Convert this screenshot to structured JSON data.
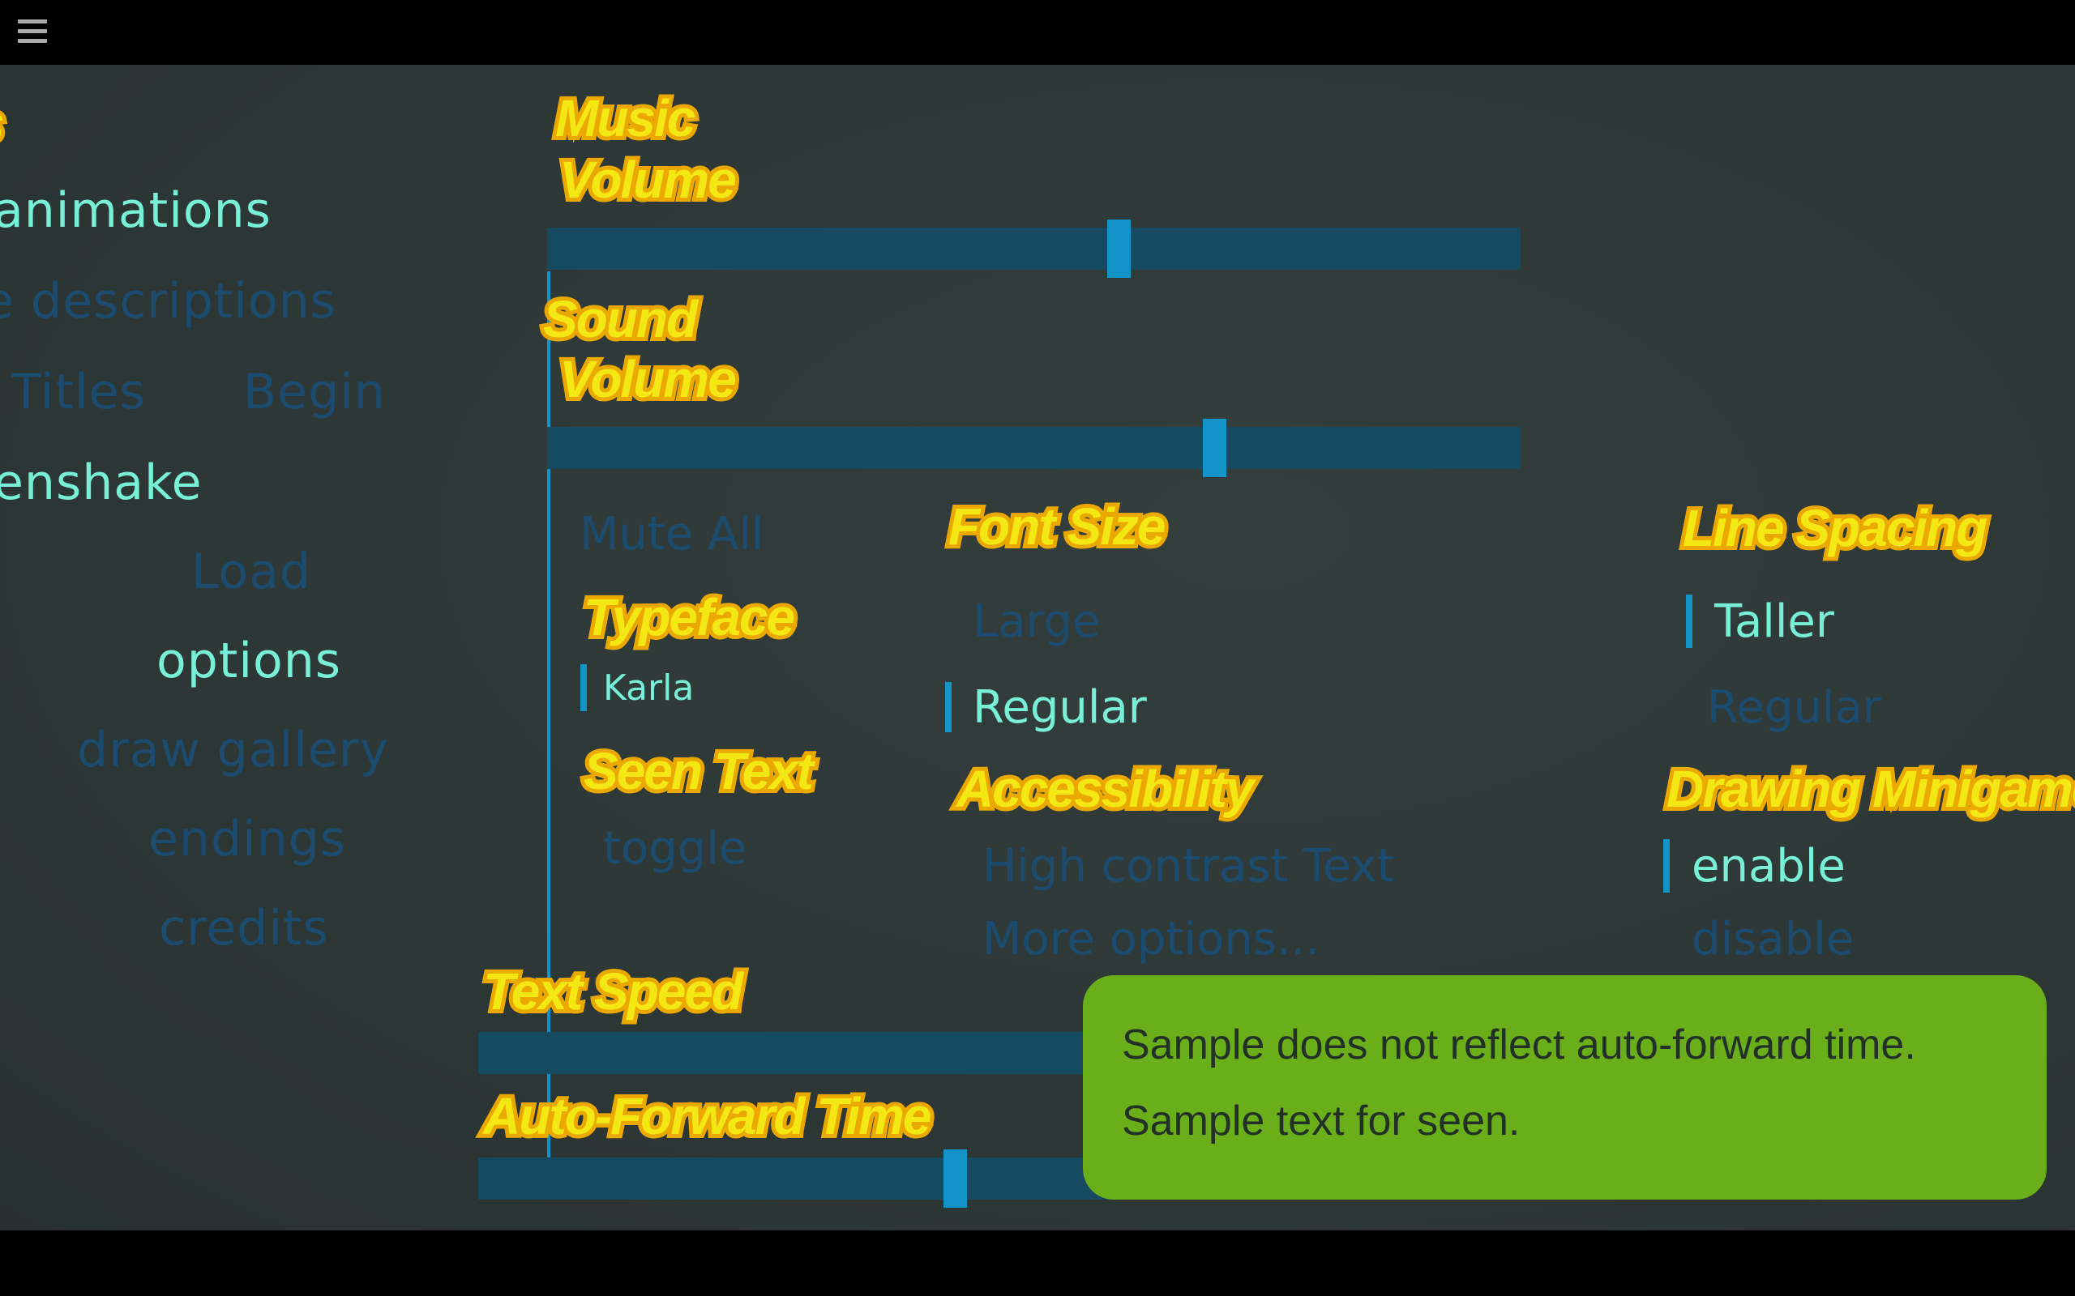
{
  "nav": {
    "partial_header": "s",
    "items": [
      {
        "label": "animations",
        "state": "on"
      },
      {
        "label": "e descriptions",
        "state": "off"
      },
      {
        "label": "Titles",
        "state": "off"
      },
      {
        "label": "Begin",
        "state": "off"
      },
      {
        "label": "enshake",
        "state": "on"
      },
      {
        "label": "Load",
        "state": "off"
      },
      {
        "label": "options",
        "state": "on"
      },
      {
        "label": "draw gallery",
        "state": "off"
      },
      {
        "label": "endings",
        "state": "off"
      },
      {
        "label": "credits",
        "state": "off"
      }
    ]
  },
  "typeface": {
    "header": "Typeface",
    "value": "Karla"
  },
  "seen_text": {
    "header": "Seen Text",
    "option": "toggle"
  },
  "music_volume": {
    "header_line1": "Music",
    "header_line2": "Volume",
    "value": 0.59
  },
  "sound_volume": {
    "header_line1": "Sound",
    "header_line2": "Volume",
    "value": 0.69
  },
  "mute_all": "Mute All",
  "font_size": {
    "header": "Font Size",
    "options": [
      "Large",
      "Regular"
    ],
    "selected": "Regular"
  },
  "accessibility": {
    "header": "Accessibility",
    "options": [
      "High contrast Text",
      "More options..."
    ]
  },
  "line_spacing": {
    "header": "Line Spacing",
    "options": [
      "Taller",
      "Regular"
    ],
    "selected": "Taller"
  },
  "drawing_minigame": {
    "header": "Drawing Minigame",
    "options": [
      "enable",
      "disable"
    ],
    "selected": "enable"
  },
  "text_speed": {
    "header": "Text Speed"
  },
  "auto_forward": {
    "header": "Auto-Forward Time",
    "value": 0.49
  },
  "notice": {
    "line1": "Sample does not reflect auto-forward time.",
    "line2": "Sample text for seen."
  },
  "colors": {
    "selected": "#78f0d8",
    "unselected": "#1b4c70",
    "accent": "#1294c8",
    "header": "#f4e814",
    "notice_bg": "#6aaf1a"
  }
}
